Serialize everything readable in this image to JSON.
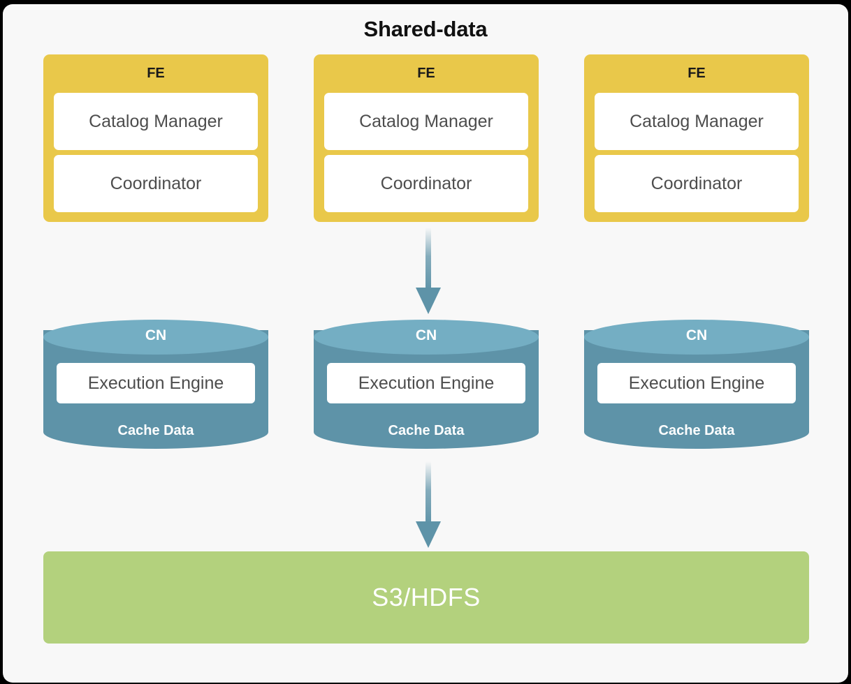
{
  "diagram": {
    "title": "Shared-data",
    "colors": {
      "fe": "#E9C84A",
      "cn_top": "#74AEC3",
      "cn_body": "#5E93A8",
      "storage": "#B3D17D",
      "arrow": "#5E93A8",
      "canvas": "#F8F8F8",
      "frame": "#000000",
      "inner_box": "#FFFFFF",
      "inner_text": "#4D4D4D"
    },
    "fe_tier": {
      "nodes": [
        {
          "title": "FE",
          "components": [
            "Catalog Manager",
            "Coordinator"
          ]
        },
        {
          "title": "FE",
          "components": [
            "Catalog Manager",
            "Coordinator"
          ]
        },
        {
          "title": "FE",
          "components": [
            "Catalog Manager",
            "Coordinator"
          ]
        }
      ]
    },
    "cn_tier": {
      "nodes": [
        {
          "title": "CN",
          "component": "Execution Engine",
          "storage_label": "Cache Data"
        },
        {
          "title": "CN",
          "component": "Execution Engine",
          "storage_label": "Cache Data"
        },
        {
          "title": "CN",
          "component": "Execution Engine",
          "storage_label": "Cache Data"
        }
      ]
    },
    "storage_tier": {
      "label": "S3/HDFS"
    },
    "arrows": [
      {
        "name": "fe-to-cn",
        "direction": "down"
      },
      {
        "name": "cn-to-storage",
        "direction": "down"
      }
    ]
  }
}
